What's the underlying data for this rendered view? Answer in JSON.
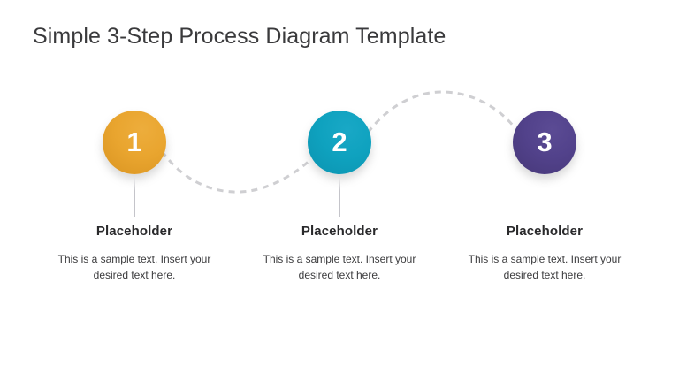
{
  "slide": {
    "title": "Simple 3-Step Process Diagram Template",
    "background_color": "#ffffff",
    "title_color": "#3a3a3c"
  },
  "connector": {
    "style": "dashed-curve",
    "color": "#cfcfd2",
    "dash_pattern": "7 6",
    "stroke_width": 3
  },
  "steps": [
    {
      "number": "1",
      "heading": "Placeholder",
      "body": "This is a sample text. Insert your desired text here.",
      "color": "#e9a52f",
      "color_dark": "#d99421"
    },
    {
      "number": "2",
      "heading": "Placeholder",
      "body": "This is a sample text. Insert your desired text here.",
      "color": "#0fa2bf",
      "color_dark": "#0b93b0"
    },
    {
      "number": "3",
      "heading": "Placeholder",
      "body": "This is a sample text. Insert your desired text here.",
      "color": "#52428b",
      "color_dark": "#463778"
    }
  ]
}
